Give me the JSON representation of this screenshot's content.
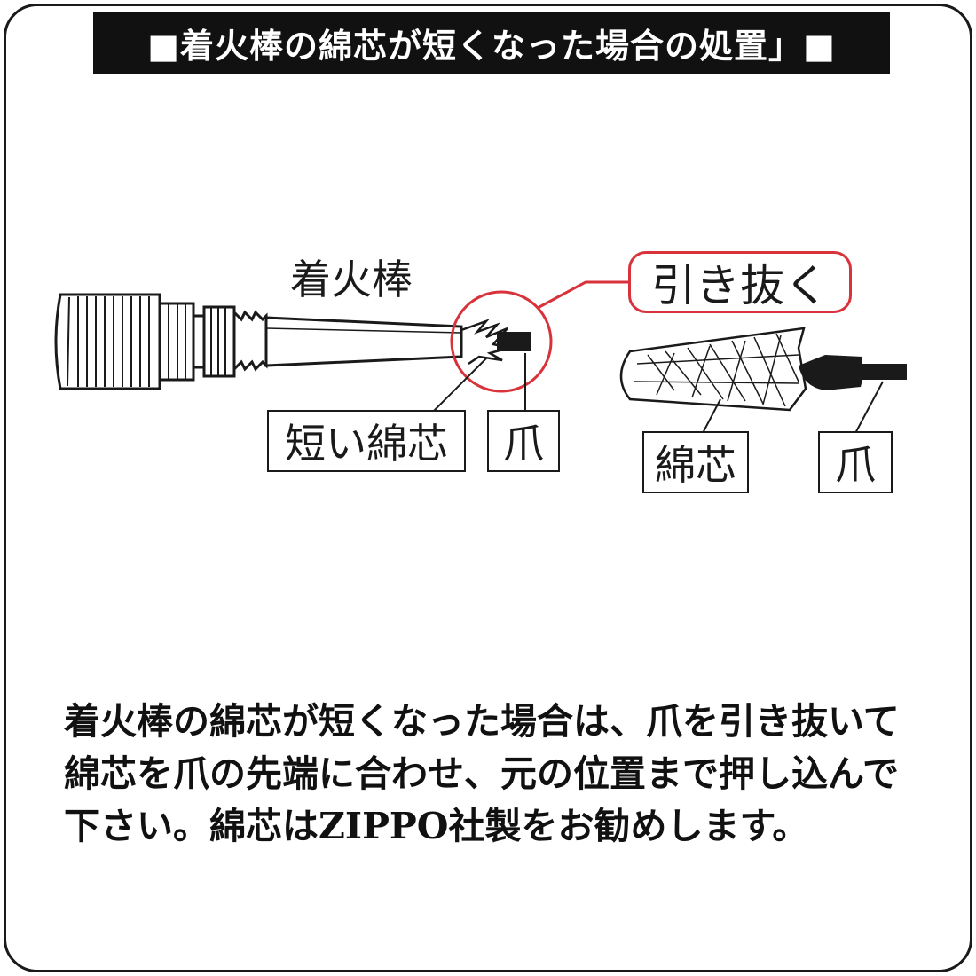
{
  "title": "■着火棒の綿芯が短くなった場合の処置」■",
  "diagram": {
    "rod_label": "着火棒",
    "action_label": "引き抜く",
    "short_wick_label": "短い綿芯",
    "claw_label_left": "爪",
    "wick_label": "綿芯",
    "claw_label_right": "爪",
    "accent_color": "#d8333b"
  },
  "instructions": {
    "line1": "着火棒の綿芯が短くなった場合は、爪を引き抜いて",
    "line2": "綿芯を爪の先端に合わせ、元の位置まで押し込んで",
    "line3": "下さい。綿芯はZIPPO社製をお勧めします。"
  }
}
